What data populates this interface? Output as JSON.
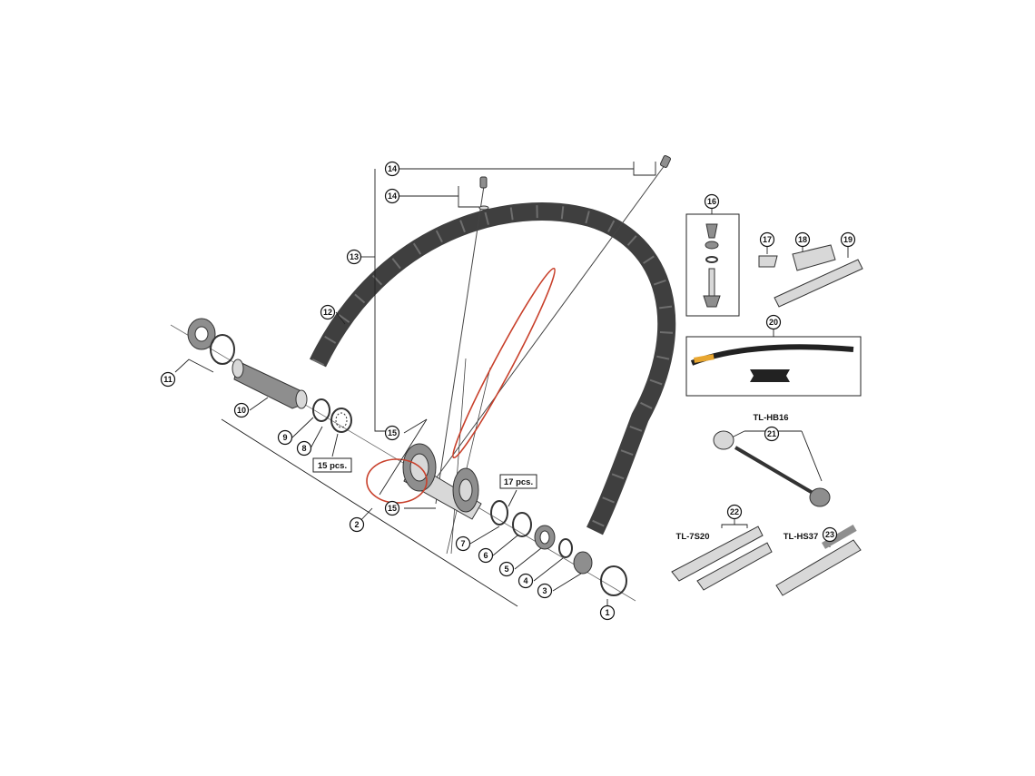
{
  "callouts": {
    "c1": "1",
    "c2": "2",
    "c3": "3",
    "c4": "4",
    "c5": "5",
    "c6": "6",
    "c7": "7",
    "c8": "8",
    "c9": "9",
    "c10": "10",
    "c11": "11",
    "c12": "12",
    "c13": "13",
    "c14a": "14",
    "c14b": "14",
    "c15a": "15",
    "c15b": "15",
    "c16": "16",
    "c17": "17",
    "c18": "18",
    "c19": "19",
    "c20": "20",
    "c21": "21",
    "c22": "22",
    "c23": "23"
  },
  "labels": {
    "qty_15": "15 pcs.",
    "qty_17": "17 pcs.",
    "tool_hb16": "TL-HB16",
    "tool_7s20": "TL-7S20",
    "tool_hs37": "TL-HS37"
  },
  "colors": {
    "highlight": "#c8402b",
    "rim": "#4a4a4a"
  }
}
